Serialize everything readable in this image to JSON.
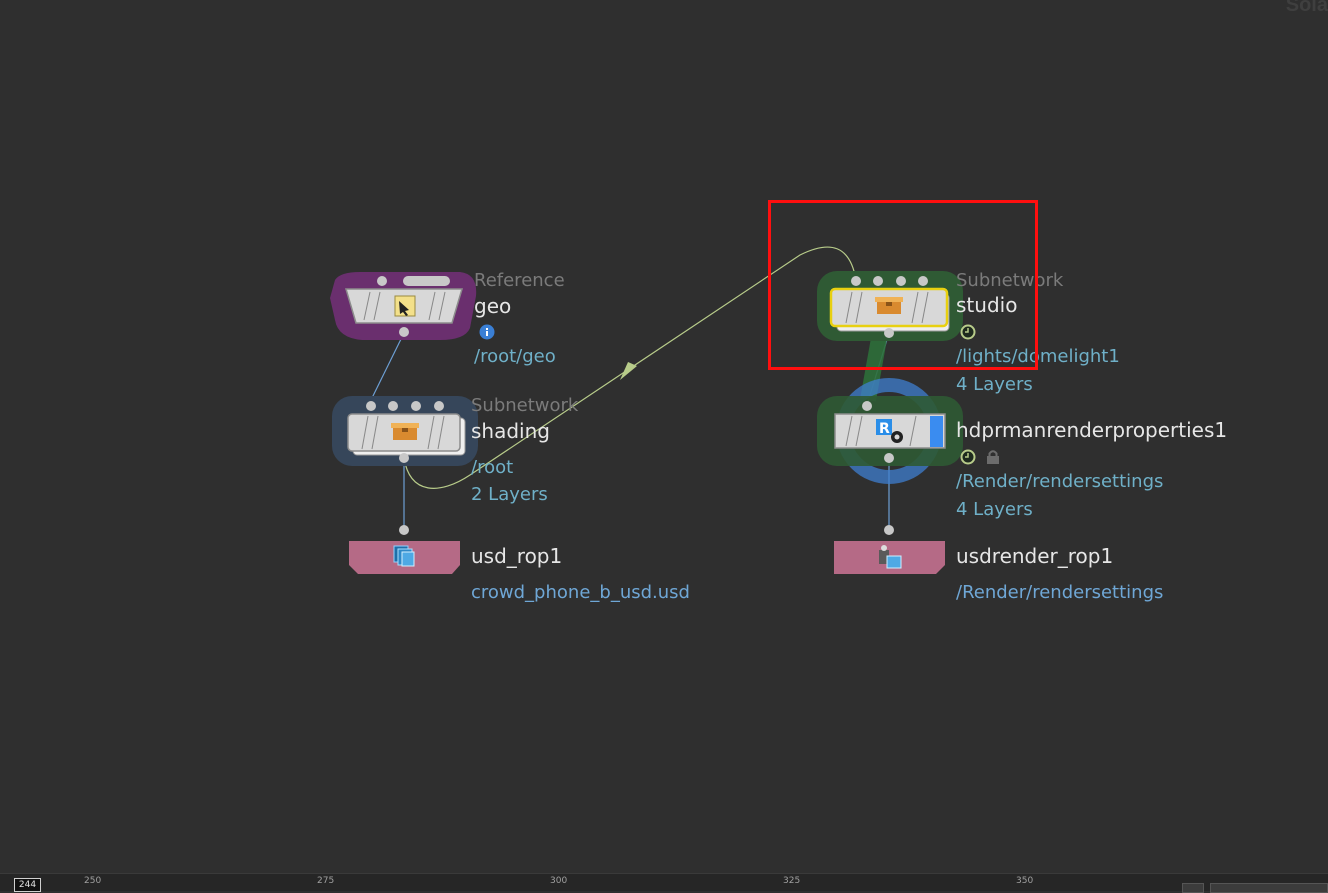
{
  "watermark": "Sola",
  "nodes": {
    "geo": {
      "type": "Reference",
      "name": "geo",
      "path": "/root/geo",
      "badge_icon": "info-icon",
      "color": "#6a2f6e"
    },
    "shading": {
      "type": "Subnetwork",
      "name": "shading",
      "path": "/root",
      "layers": "2 Layers",
      "color": "#36465a"
    },
    "usd_rop1": {
      "name": "usd_rop1",
      "file": "crowd_phone_b_usd.usd",
      "color": "#b56a86"
    },
    "studio": {
      "type": "Subnetwork",
      "name": "studio",
      "path": "/lights/domelight1",
      "layers": "4 Layers",
      "badge_icon": "clock-icon",
      "color": "#2f5a34"
    },
    "hdprman": {
      "name": "hdprmanrenderproperties1",
      "path": "/Render/rendersettings",
      "layers": "4 Layers",
      "badge_icons": [
        "clock-icon",
        "lock-icon"
      ],
      "color": "#2f5a34"
    },
    "usdrender_rop1": {
      "name": "usdrender_rop1",
      "file": "/Render/rendersettings",
      "color": "#b56a86"
    }
  },
  "timeline": {
    "current_frame": "244",
    "ticks": [
      "250",
      "275",
      "300",
      "325",
      "350"
    ]
  },
  "colors": {
    "background": "#2f2f2f",
    "selection": "#ff0f0f",
    "wire_selected": "#b8cc8a",
    "wire": "#6d9fd4",
    "display_ring": "#3f7fd0"
  }
}
